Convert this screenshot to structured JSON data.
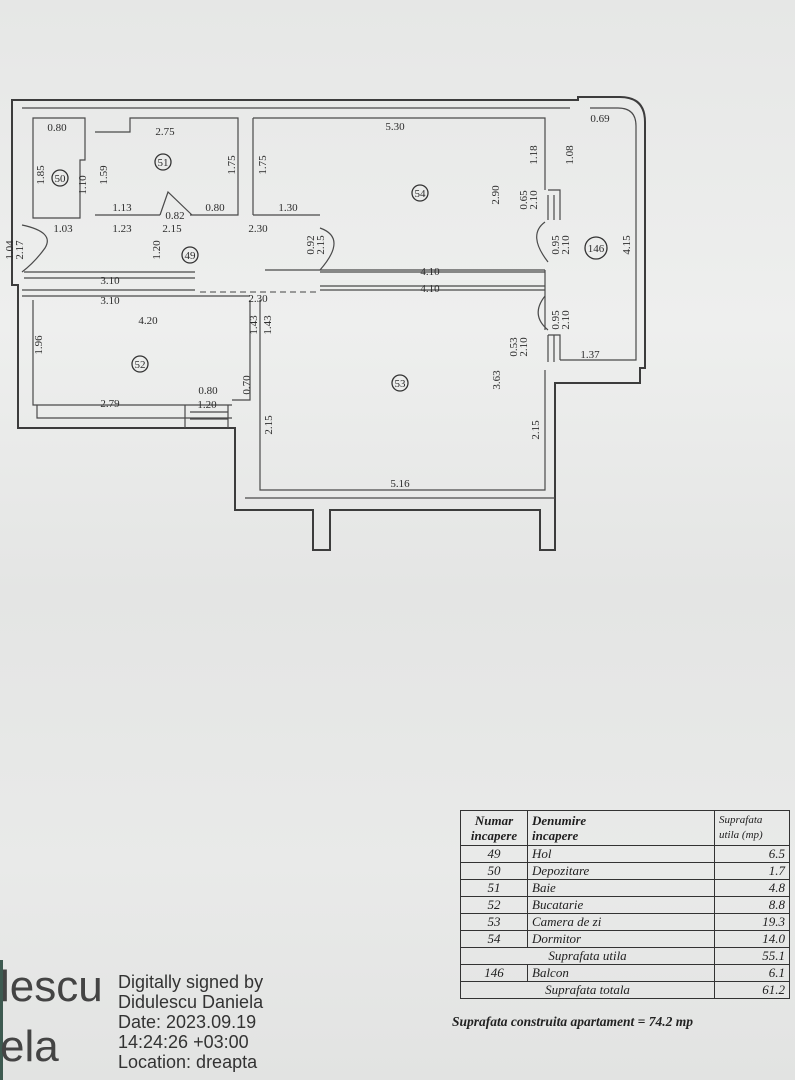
{
  "plan": {
    "rooms": [
      "49",
      "50",
      "51",
      "52",
      "53",
      "54",
      "146"
    ],
    "dimensions": {
      "top": [
        "0.80",
        "2.75",
        "5.30",
        "0.69"
      ],
      "v1": [
        "1.85",
        "1.59",
        "1.10",
        "1.75",
        "1.75",
        "1.18",
        "1.08",
        "2.90"
      ],
      "door54": [
        "0.65",
        "2.10"
      ],
      "mid": [
        "1.13",
        "0.82",
        "0.80",
        "1.30",
        "1.03",
        "1.23",
        "2.15",
        "2.30"
      ],
      "door49": [
        "0.92",
        "2.15"
      ],
      "door146a": [
        "0.95",
        "2.10"
      ],
      "balc": [
        "4.15",
        "1.37"
      ],
      "hall": [
        "1.20",
        "1.04",
        "2.17",
        "3.10",
        "4.10",
        "4.10",
        "3.10",
        "2.30"
      ],
      "k": [
        "4.20",
        "1.43",
        "1.43",
        "1.96",
        "0.70",
        "2.79",
        "0.80",
        "1.20"
      ],
      "door146b": [
        "0.95",
        "2.10"
      ],
      "door53": [
        "0.53",
        "2.10"
      ],
      "liv": [
        "3.63",
        "2.15",
        "2.15",
        "5.16"
      ]
    }
  },
  "table": {
    "headers": {
      "num": [
        "Numar",
        "incapere"
      ],
      "name": [
        "Denumire",
        "incapere"
      ],
      "area": [
        "Suprafata",
        "utila (mp)"
      ]
    },
    "rows": [
      {
        "num": "49",
        "name": "Hol",
        "area": "6.5"
      },
      {
        "num": "50",
        "name": "Depozitare",
        "area": "1.7"
      },
      {
        "num": "51",
        "name": "Baie",
        "area": "4.8"
      },
      {
        "num": "52",
        "name": "Bucatarie",
        "area": "8.8"
      },
      {
        "num": "53",
        "name": "Camera de zi",
        "area": "19.3"
      },
      {
        "num": "54",
        "name": "Dormitor",
        "area": "14.0"
      }
    ],
    "subtotal": {
      "label": "Suprafata utila",
      "area": "55.1"
    },
    "balcony": {
      "num": "146",
      "name": "Balcon",
      "area": "6.1"
    },
    "total": {
      "label": "Suprafata totala",
      "area": "61.2"
    },
    "footer": "Suprafata construita apartament = 74.2 mp"
  },
  "signature": {
    "name_fragment_1": "lescu",
    "name_fragment_2": "ela",
    "lines": [
      "Digitally signed by",
      "Didulescu Daniela",
      "Date: 2023.09.19",
      "14:24:26 +03:00",
      "Location: dreapta"
    ]
  }
}
